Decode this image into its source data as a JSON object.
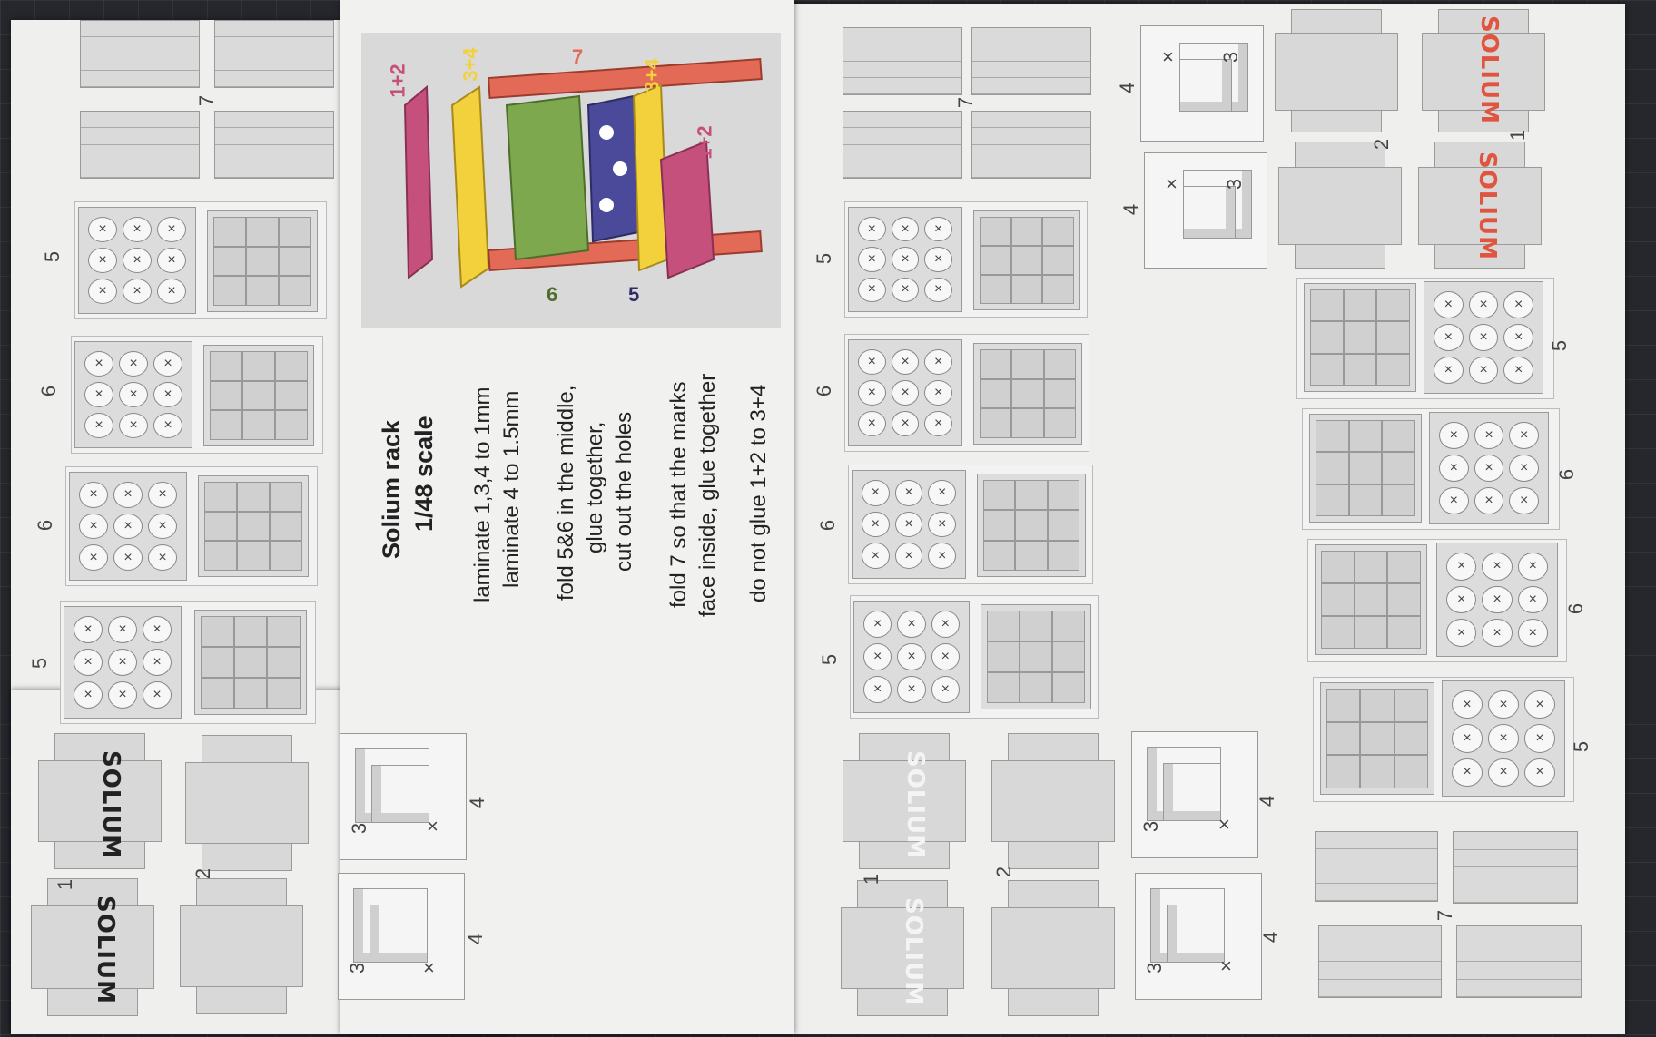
{
  "instructions": {
    "title": "Solium rack",
    "scale": "1/48 scale",
    "laminate1": "laminate 1,3,4 to 1mm",
    "laminate2": "laminate 4 to 1.5mm",
    "fold56_1": "fold 5&6 in the middle,",
    "fold56_2": "glue together,",
    "fold56_3": "cut out the holes",
    "fold7_1": "fold 7 so that the marks",
    "fold7_2": "face inside, glue together",
    "noglue": "do not glue 1+2 to 3+4"
  },
  "illustration_labels": {
    "top_12": "1+2",
    "top_34": "3+4",
    "top_7": "7",
    "right_34": "3+4",
    "right_12": "1+2",
    "side_6": "6",
    "side_5": "5"
  },
  "part_labels": {
    "one": "1",
    "two": "2",
    "three": "3",
    "four": "4",
    "five": "5",
    "six": "6",
    "seven": "7"
  },
  "logo_text": "SOLIUM",
  "hole_mark": "×",
  "colors": {
    "sheet": "#efefee",
    "mat": "#25272c",
    "logo_red": "#e0553f",
    "rack_yellow": "#f2d13c",
    "rack_red": "#e36a57",
    "rack_green": "#7ea84d",
    "rack_blue": "#4b4a9a",
    "rack_pink": "#c6507c"
  }
}
